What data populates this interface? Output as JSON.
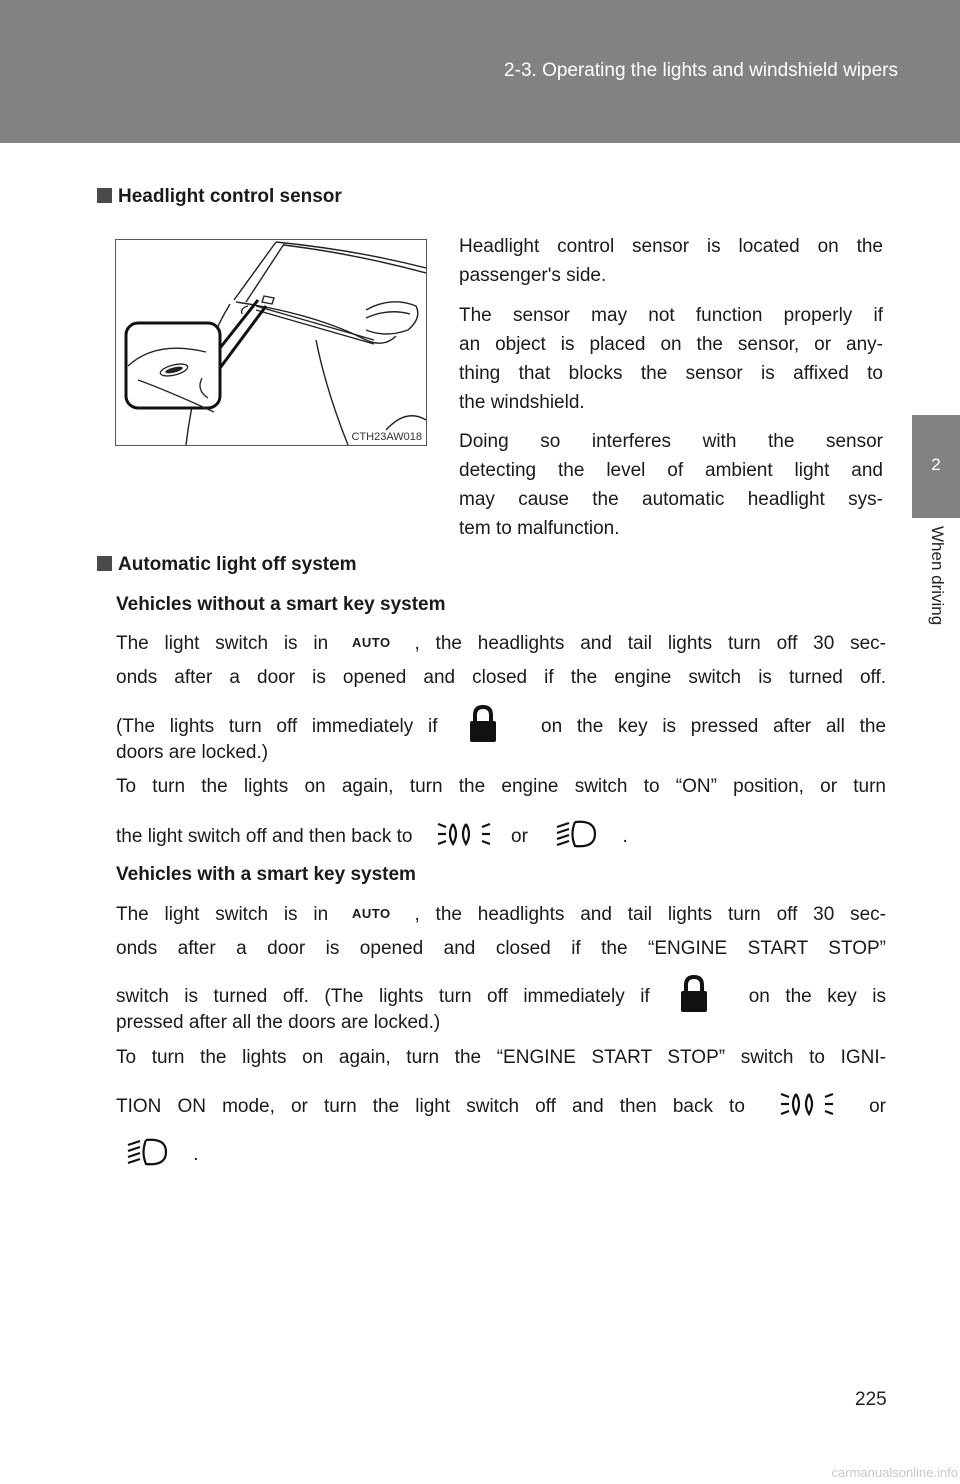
{
  "header": {
    "section_title": "2-3. Operating the lights and windshield wipers"
  },
  "tab": {
    "chapter_number": "2",
    "chapter_label": "When driving"
  },
  "section_headlight_sensor": {
    "heading": "Headlight control sensor",
    "illustration_code": "CTH23AW018",
    "lines": [
      "Headlight control sensor is located on the",
      "passenger's side.",
      "The sensor may not function properly if",
      "an object is placed on the sensor, or any-",
      "thing that blocks the sensor is affixed to",
      "the windshield.",
      "Doing so interferes with the sensor",
      "detecting the level of ambient light and",
      "may cause the automatic headlight sys-",
      "tem to malfunction."
    ]
  },
  "section_auto_off": {
    "heading": "Automatic light off system",
    "auto_label": "AUTO",
    "without_smart_key": {
      "subheading": "Vehicles without a smart key system",
      "l1a": "The light switch is in",
      "l1b": ", the headlights and tail lights turn off 30 sec-",
      "l2": "onds after a door is opened and closed if the engine switch is turned off.",
      "l3a": "(The lights turn off immediately if",
      "l3b": "on the key is pressed after all the",
      "l4": "doors are locked.)",
      "l5": "To turn the lights on again, turn the engine switch to “ON” position, or turn",
      "l6a": "the light switch off and then back to",
      "l6b": "or",
      "l6c": "."
    },
    "with_smart_key": {
      "subheading": "Vehicles with a smart key system",
      "l1a": "The light switch is in",
      "l1b": ", the headlights and tail lights turn off 30 sec-",
      "l2": "onds after a door is opened and closed if the “ENGINE START STOP”",
      "l3a": "switch is turned off. (The lights turn off immediately if",
      "l3b": "on the key is",
      "l4": "pressed after all the doors are locked.)",
      "l5": "To turn the lights on again, turn the “ENGINE START STOP” switch to IGNI-",
      "l6a": "TION ON mode, or turn the light switch off and then back to",
      "l6b": "or",
      "l7": "."
    }
  },
  "icons": {
    "parking_light": "parking-light-icon",
    "headlight": "headlight-icon",
    "lock": "lock-icon"
  },
  "footer": {
    "page_number": "225",
    "watermark": "carmanualsonline.info"
  },
  "colors": {
    "header_bg": "#828282",
    "text": "#1a1a1a"
  }
}
